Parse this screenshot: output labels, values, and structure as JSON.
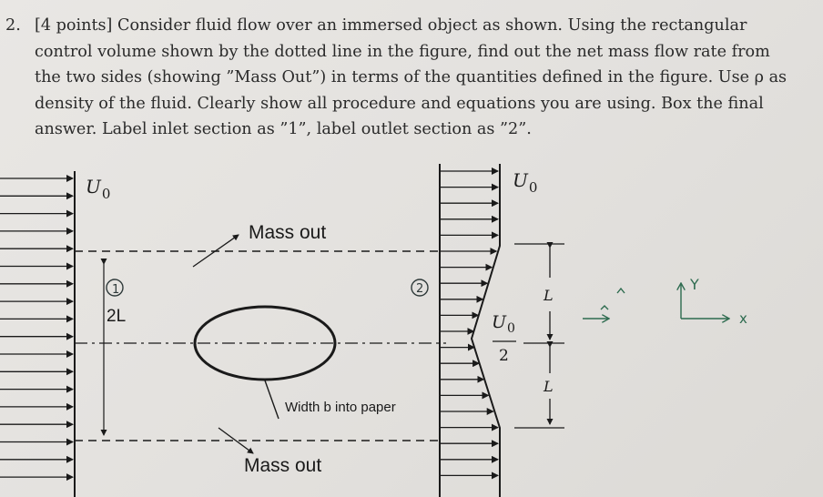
{
  "question": {
    "number": "2.",
    "lines": [
      "[4 points]  Consider fluid flow over an immersed object as shown.  Using the rectangular",
      "control volume shown by the dotted line in the figure, find out the net mass flow rate from",
      "the two sides (showing ”Mass Out”) in terms of the quantities defined in the figure.  Use ρ as",
      "density of the fluid.  Clearly show all procedure and equations you are using.  Box the final",
      "answer.  Label inlet section as ”1”, label outlet section as ”2”."
    ]
  },
  "figure": {
    "inlet_velocity_label": "U",
    "inlet_velocity_subscript": "0",
    "outlet_velocity_label": "U",
    "outlet_velocity_subscript": "0",
    "center_velocity_num": "U",
    "center_velocity_num_sub": "0",
    "center_velocity_den": "2",
    "mass_out_top": "Mass out",
    "mass_out_bottom": "Mass out",
    "height_label": "2L",
    "half_height_top": "L",
    "half_height_bottom": "L",
    "width_note": "Width b into paper",
    "section_1": "1",
    "section_2": "2",
    "axis_y": "Y",
    "axis_x": "x"
  }
}
